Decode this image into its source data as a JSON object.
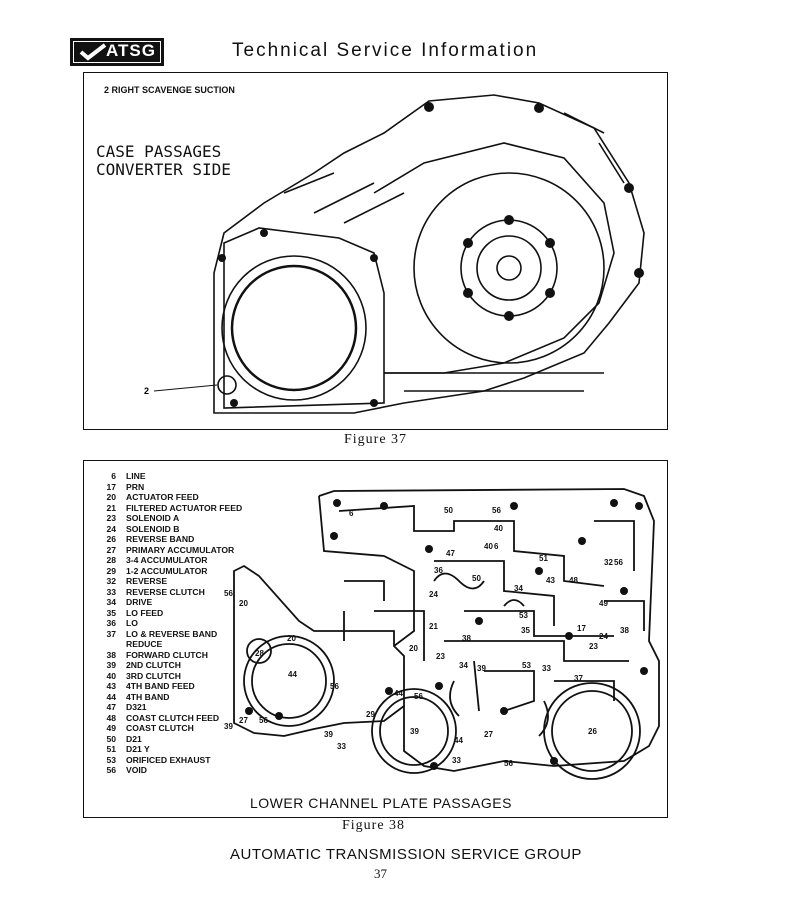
{
  "header": {
    "logo_text": "ATSG",
    "title": "Technical Service Information"
  },
  "figure37": {
    "callout_label": "2  RIGHT SCAVENGE SUCTION",
    "callout_number": "2",
    "title_lines": [
      "CASE PASSAGES",
      "CONVERTER SIDE"
    ],
    "caption": "Figure 37"
  },
  "figure38": {
    "legend": [
      {
        "num": "6",
        "name": "LINE"
      },
      {
        "num": "17",
        "name": "PRN"
      },
      {
        "num": "20",
        "name": "ACTUATOR FEED"
      },
      {
        "num": "21",
        "name": "FILTERED ACTUATOR FEED"
      },
      {
        "num": "23",
        "name": "SOLENOID A"
      },
      {
        "num": "24",
        "name": "SOLENOID B"
      },
      {
        "num": "26",
        "name": "REVERSE BAND"
      },
      {
        "num": "27",
        "name": "PRIMARY ACCUMULATOR"
      },
      {
        "num": "28",
        "name": "3-4 ACCUMULATOR"
      },
      {
        "num": "29",
        "name": "1-2 ACCUMULATOR"
      },
      {
        "num": "32",
        "name": "REVERSE"
      },
      {
        "num": "33",
        "name": "REVERSE CLUTCH"
      },
      {
        "num": "34",
        "name": "DRIVE"
      },
      {
        "num": "35",
        "name": "LO FEED"
      },
      {
        "num": "36",
        "name": "LO"
      },
      {
        "num": "37",
        "name": "LO & REVERSE BAND"
      },
      {
        "num": "",
        "name": "REDUCE"
      },
      {
        "num": "38",
        "name": "FORWARD CLUTCH"
      },
      {
        "num": "39",
        "name": "2ND CLUTCH"
      },
      {
        "num": "40",
        "name": "3RD CLUTCH"
      },
      {
        "num": "43",
        "name": "4TH BAND FEED"
      },
      {
        "num": "44",
        "name": "4TH BAND"
      },
      {
        "num": "47",
        "name": "D321"
      },
      {
        "num": "48",
        "name": "COAST CLUTCH FEED"
      },
      {
        "num": "49",
        "name": "COAST CLUTCH"
      },
      {
        "num": "50",
        "name": "D21"
      },
      {
        "num": "51",
        "name": "D21 Y"
      },
      {
        "num": "53",
        "name": "ORIFICED EXHAUST"
      },
      {
        "num": "56",
        "name": "VOID"
      }
    ],
    "plate_label": "LOWER CHANNEL PLATE PASSAGES",
    "caption": "Figure 38",
    "diagram_numbers": {
      "n6": "6",
      "n17": "17",
      "n20": "20",
      "n21": "21",
      "n23": "23",
      "n24": "24",
      "n26": "26",
      "n27": "27",
      "n28": "28",
      "n29": "29",
      "n32": "32",
      "n33": "33",
      "n34": "34",
      "n35": "35",
      "n36": "36",
      "n37": "37",
      "n38": "38",
      "n39": "39",
      "n40": "40",
      "n43": "43",
      "n44": "44",
      "n47": "47",
      "n48": "48",
      "n49": "49",
      "n50": "50",
      "n51": "51",
      "n53": "53",
      "n56": "56"
    }
  },
  "footer": {
    "organization": "AUTOMATIC TRANSMISSION SERVICE GROUP",
    "page_number": "37"
  }
}
